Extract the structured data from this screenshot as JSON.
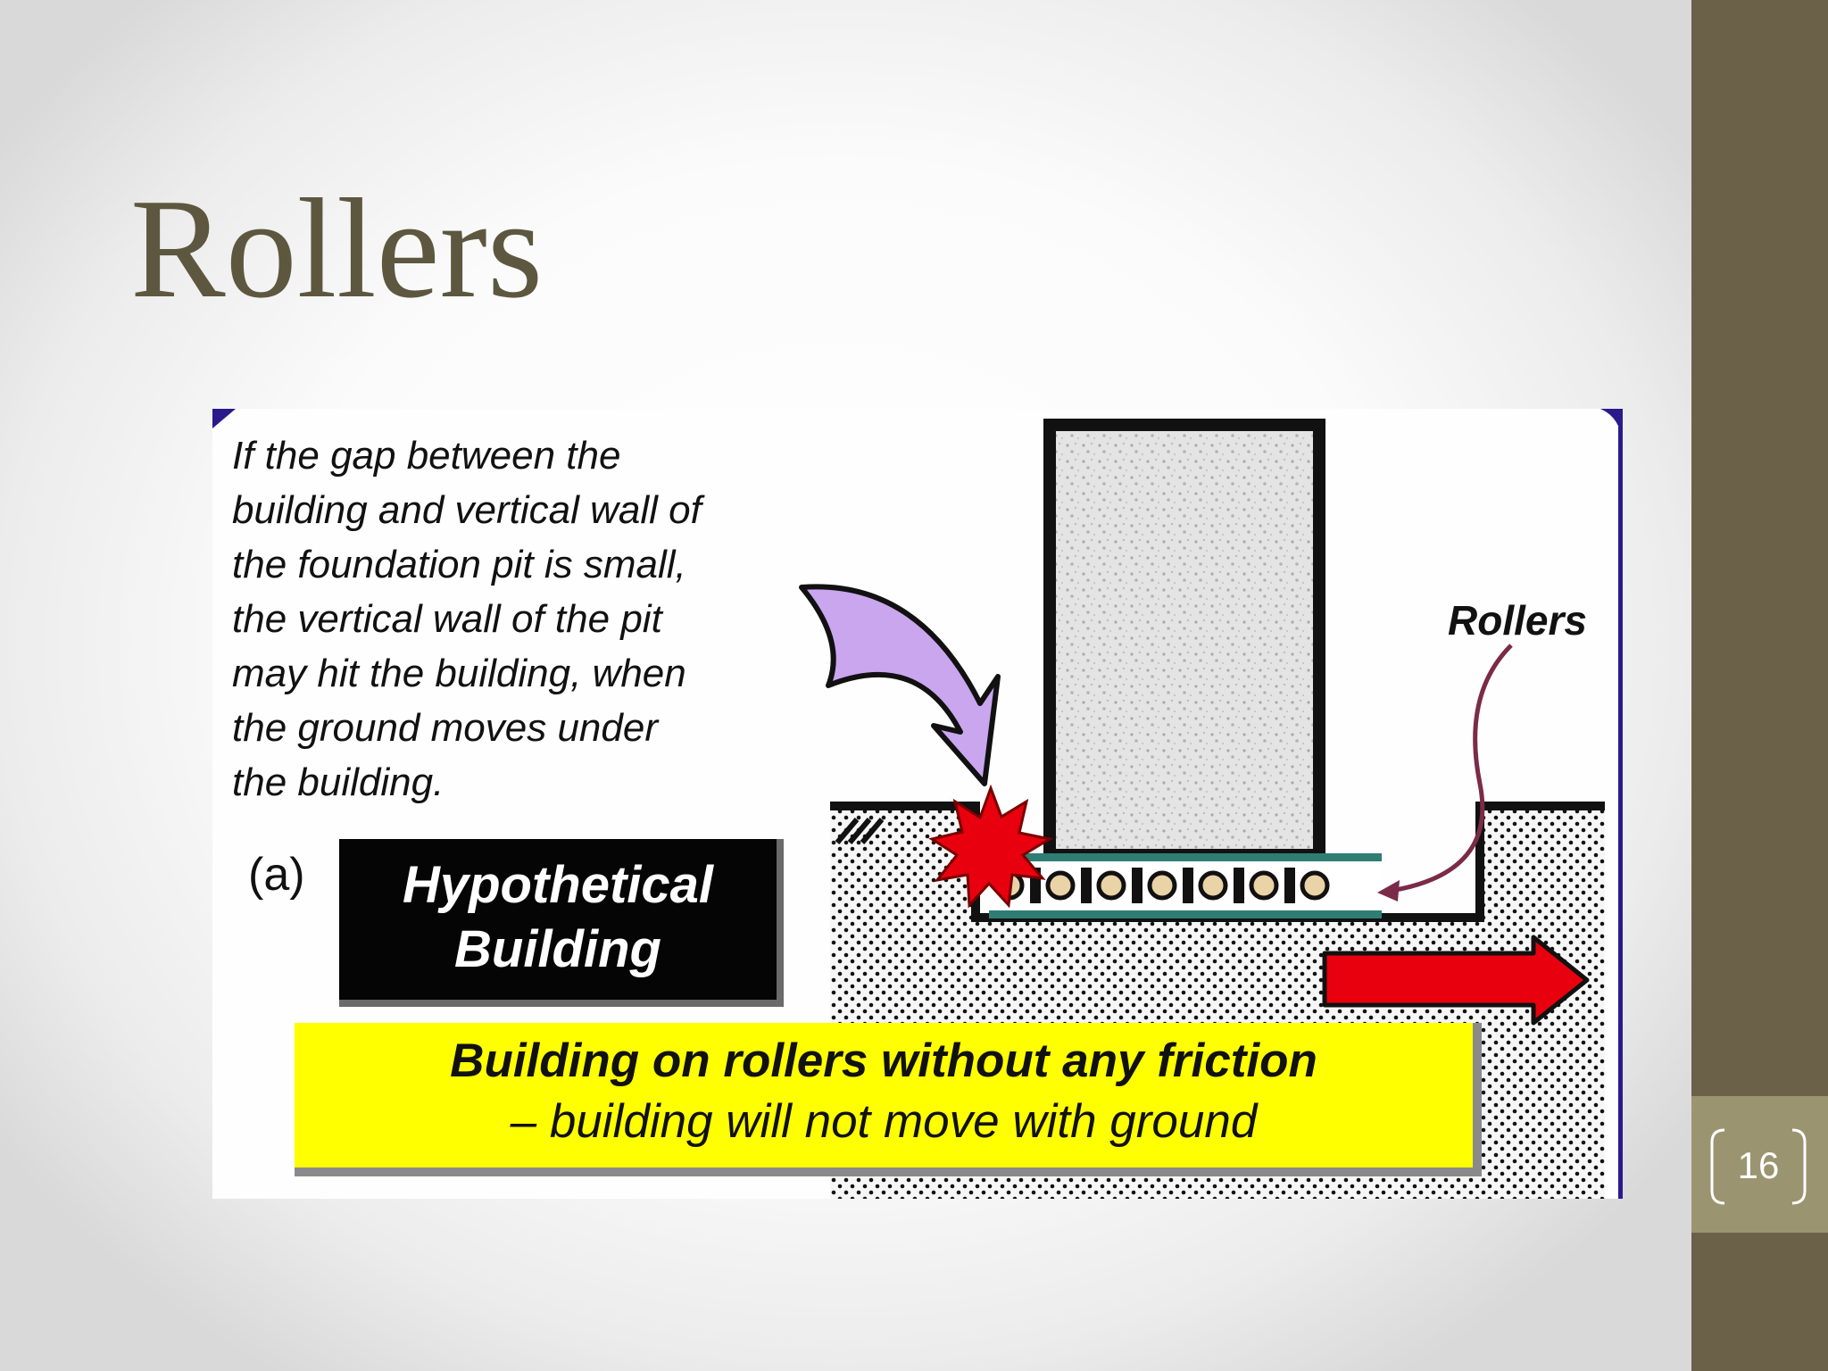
{
  "slide": {
    "title": "Rollers",
    "number": "16",
    "colors": {
      "sidebar": "#6b6149",
      "number_box": "#9b9470",
      "title_text": "#5e5740"
    }
  },
  "figure": {
    "caption_lines": [
      "If the gap between the",
      "building and vertical wall of",
      "the foundation pit is small,",
      "the vertical wall of the pit",
      "may hit the building, when",
      "the ground moves under",
      "the building."
    ],
    "roller_label": "Rollers",
    "part_label": "(a)",
    "building_label_line1": "Hypothetical",
    "building_label_line2": "Building",
    "banner_line1": "Building on rollers without any friction",
    "banner_line2": "– building will not move with ground",
    "colors": {
      "impact_arrow": "#c9a6ee",
      "impact_burst": "#e8000e",
      "ground_arrow": "#e8000e",
      "banner": "#ffff00",
      "roller_plate": "#2f7d73",
      "roller_ball": "#ead3a6",
      "border": "#2a1a8c"
    }
  }
}
